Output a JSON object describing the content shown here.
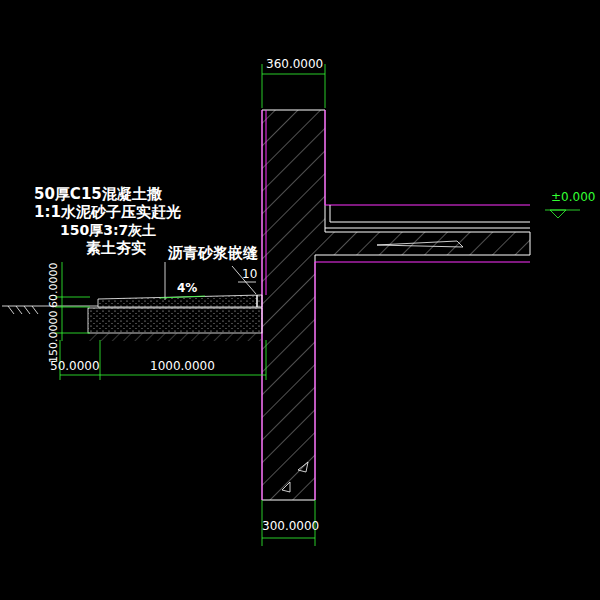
{
  "diagram": {
    "labels": [
      "360.0000",
      "50厚C15混凝土撒",
      "1:1水泥砂子压实赶光",
      "150厚3:7灰土",
      "素土夯实",
      "沥青砂浆嵌缝",
      "10",
      "4%",
      "±0.000",
      "60.0000",
      "150.0000",
      "50.0000",
      "1000.0000",
      "300.0000"
    ]
  }
}
